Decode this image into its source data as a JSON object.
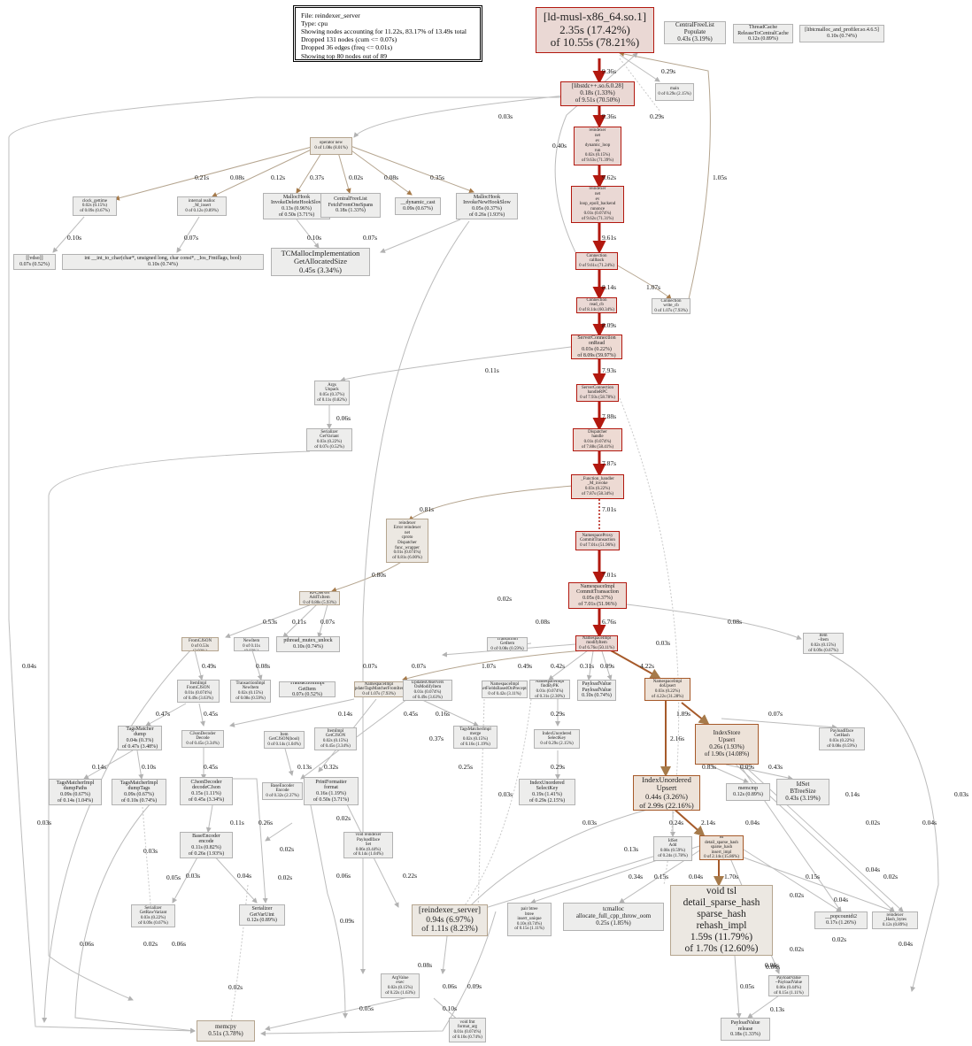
{
  "legend": [
    "File: reindexer_server",
    "Type: cpu",
    "Showing nodes accounting for 11.22s, 83.17% of 13.49s total",
    "Dropped 131 nodes (cum <= 0.07s)",
    "Dropped 36 edges (freq <= 0.01s)",
    "Showing top 80 nodes out of 89"
  ],
  "nodes": [
    {
      "id": "n_ldmusl",
      "text": "[ld-musl-x86_64.so.1]\n2.35s (17.42%)\nof 10.55s (78.21%)"
    },
    {
      "id": "n_cfl_pop",
      "text": "CentralFreeList\nPopulate\n0.43s (3.19%)"
    },
    {
      "id": "n_tc_release",
      "text": "ThreadCache\nReleaseToCentralCache\n0.12s (0.89%)"
    },
    {
      "id": "n_libtcmalloc",
      "text": "[libtcmalloc_and_profiler.so.4.6.5]\n0.10s (0.74%)"
    },
    {
      "id": "n_libstdcpp",
      "text": "[libstdc++.so.6.0.28]\n0.18s (1.33%)\nof 9.51s (70.50%)"
    },
    {
      "id": "n_main",
      "text": "main\n0 of 0.29s (2.15%)"
    },
    {
      "id": "n_dynloop",
      "text": "reindexer\nnet\nev\ndynamic_loop\nrun\n0.02s (0.15%)\nof 9.63s (71.39%)"
    },
    {
      "id": "n_epoll",
      "text": "reindexer\nnet\nev\nloop_epoll_backend\nrunonce\n0.01s (0.074%)\nof 9.62s (71.31%)"
    },
    {
      "id": "n_conn_cb",
      "text": "Connection\ncallback\n0 of 9.61s (71.24%)"
    },
    {
      "id": "n_conn_read",
      "text": "Connection\nread_cb\n0 of 8.14s (60.34%)"
    },
    {
      "id": "n_conn_write",
      "text": "Connection\nwrite_cb\n0 of 1.07s (7.93%)"
    },
    {
      "id": "n_srvconn_onread",
      "text": "ServerConnection\nonRead\n0.03s (0.22%)\nof 8.09s (59.97%)"
    },
    {
      "id": "n_srvconn_handle",
      "text": "ServerConnection\nhandleRPC\n0 of 7.93s (58.78%)"
    },
    {
      "id": "n_dispatcher",
      "text": "Dispatcher\nhandle\n0.01s (0.074%)\nof 7.88s (58.41%)"
    },
    {
      "id": "n_func_handler",
      "text": "_Function_handler\n_M_invoke\n0.03s (0.22%)\nof 7.87s (58.34%)"
    },
    {
      "id": "n_nsproxy_commit",
      "text": "NamespaceProxy\nCommitTransaction\n0 of 7.01s (51.96%)"
    },
    {
      "id": "n_nsimpl_commit",
      "text": "NamespaceImpl\nCommitTransaction\n0.05s (0.37%)\nof 7.01s (51.96%)"
    },
    {
      "id": "n_nsimpl_modify",
      "text": "NamespaceImpl\nmodifyItem\n0 of 6.76s (50.11%)"
    },
    {
      "id": "n_nsimpl_doupsert",
      "text": "NamespaceImpl\ndoUpsert\n0.03s (0.22%)\nof 4.22s (31.28%)"
    },
    {
      "id": "n_operator_new",
      "text": "operator new\n0 of 1.08s (8.01%)"
    },
    {
      "id": "n_clock",
      "text": "clock_gettime\n0.02s (0.15%)\nof 0.09s (0.67%)"
    },
    {
      "id": "n_intern_realloc",
      "text": "internal realloc\n_M_insert\n0 of 0.12s (0.89%)"
    },
    {
      "id": "n_mh_delete",
      "text": "MallocHook\nInvokeDeleteHookSlow\n0.13s (0.96%)\nof 0.50s (3.71%)"
    },
    {
      "id": "n_cfl_fetch",
      "text": "CentralFreeList\nFetchFromOneSpans\n0.18s (1.33%)"
    },
    {
      "id": "n_dyncast",
      "text": "__dynamic_cast\n0.09s (0.67%)"
    },
    {
      "id": "n_mh_new",
      "text": "MallocHook\nInvokeNewHookSlow\n0.05s (0.37%)\nof 0.26s (1.93%)"
    },
    {
      "id": "n_vdso",
      "text": "[[vdso]]\n0.07s (0.52%)"
    },
    {
      "id": "n_int_to_char",
      "text": "int __int_to_char(char*, unsigned long, char const*, _Ios_Fmtflags, bool)\n0.10s (0.74%)"
    },
    {
      "id": "n_tcmalloc_getsize",
      "text": "TCMallocImplementation\nGetAllocatedSize\n0.45s (3.34%)"
    },
    {
      "id": "n_args_unpack",
      "text": "Args\nUnpack\n0.05s (0.37%)\nof 0.11s (0.82%)"
    },
    {
      "id": "n_ser_getvariant",
      "text": "Serializer\nGetVariant\n0.03s (0.22%)\nof 0.07s (0.52%)"
    },
    {
      "id": "n_err_wrapper",
      "text": "reindexer\nError reindexer\nnet\ncproto\nDispatcher\nfunc_wrapper\n0.01s (0.074%)\nof 0.81s (6.00%)"
    },
    {
      "id": "n_rpc_addtx",
      "text": "RPCServer\nAddTxItem\n0 of 0.80s (5.93%)"
    },
    {
      "id": "n_item_fromjson",
      "text": "Item\nFromCJSON\n0 of 0.53s (3.93%)"
    },
    {
      "id": "n_tx_newitem",
      "text": "Transaction\nNewItem\n0 of 0.11s (0.82%)"
    },
    {
      "id": "n_pthread",
      "text": "pthread_mutex_unlock\n0.10s (0.74%)"
    },
    {
      "id": "n_tx_getitem",
      "text": "Transaction\nGetItem\n0 of 0.08s (0.59%)"
    },
    {
      "id": "n_item_ser",
      "text": "Item\n~Item\n0.02s (0.15%)\nof 0.09s (0.67%)"
    },
    {
      "id": "n_itemimpl_fromcjson",
      "text": "ItemImpl\nFromCJSON\n0.01s (0.074%)\nof 0.49s (3.63%)"
    },
    {
      "id": "n_tximpl_newitem",
      "text": "TransactionImpl\nNewItem\n0.02s (0.15%)\nof 0.08s (0.59%)"
    },
    {
      "id": "n_tximpl_getitem",
      "text": "TransactionImpl\nGetItem\n0.07s (0.52%)"
    },
    {
      "id": "n_ns_updtags",
      "text": "NamespaceImpl\nupdateTagsMatcherFromItem\n0 of 1.07s (7.93%)"
    },
    {
      "id": "n_upd_observers",
      "text": "UpdatesObservers\nOnModifyItem\n0.01s (0.074%)\nof 0.49s (3.63%)"
    },
    {
      "id": "n_ns_setfields",
      "text": "NamespaceImpl\nsetFieldsBasedOnPrecepts\n0 of 0.42s (3.11%)"
    },
    {
      "id": "n_ns_findbypk",
      "text": "NamespaceImpl\nfindByPK\n0.01s (0.074%)\nof 0.31s (2.30%)"
    },
    {
      "id": "n_payload_value",
      "text": "PayloadValue\nPayloadValue\n0.10s (0.74%)"
    },
    {
      "id": "n_tagsmatcher_dump",
      "text": "TagsMatcher\ndump\n0.04s (0.3%)\nof 0.47s (3.48%)"
    },
    {
      "id": "n_cjsondecoder_dec",
      "text": "CJsonDecoder\nDecode\n0 of 0.45s (3.34%)"
    },
    {
      "id": "n_item_getcjson",
      "text": "Item\nGetCJSON(bool)\n0 of 0.14s (1.04%)"
    },
    {
      "id": "n_itemimpl_getcjson",
      "text": "ItemImpl\nGetCJSON\n0.02s (0.15%)\nof 0.45s (3.34%)"
    },
    {
      "id": "n_tm_merge",
      "text": "TagsMatcherImpl\nmerge\n0.02s (0.15%)\nof 0.16s (1.19%)"
    },
    {
      "id": "n_idxunord_select",
      "text": "IndexUnordered\nSelectKey\n0 of 0.29s (2.15%)"
    },
    {
      "id": "n_idxunord_sel2",
      "text": "IndexUnordered\nSelectKey\n0.19s (1.41%)\nof 0.29s (2.15%)"
    },
    {
      "id": "n_idxstore_upsert",
      "text": "IndexStore\nUpsert\n0.26s (1.93%)\nof 1.90s (14.08%)"
    },
    {
      "id": "n_payload_gethash",
      "text": "PayloadIface\nGetHash\n0.03s (0.22%)\nof 0.08s (0.59%)"
    },
    {
      "id": "n_tm_dumppaths",
      "text": "TagsMatcherImpl\ndumpPaths\n0.09s (0.67%)\nof 0.14s (1.04%)"
    },
    {
      "id": "n_tm_dumptags",
      "text": "TagsMatcherImpl\ndumpTags\n0.09s (0.67%)\nof 0.10s (0.74%)"
    },
    {
      "id": "n_cjsondecoder_cjson",
      "text": "CJsonDecoder\ndecodeCJson\n0.15s (1.11%)\nof 0.45s (3.34%)"
    },
    {
      "id": "n_baseencoder_encode",
      "text": "BaseEncoder\nEncode\n0 of 0.32s (2.37%)"
    },
    {
      "id": "n_printf_format",
      "text": "PrintFormatter\nformat\n0.16s (1.19%)\nof 0.50s (3.71%)"
    },
    {
      "id": "n_idxunord_upsert",
      "text": "IndexUnordered\nUpsert\n0.44s (3.26%)\nof 2.99s (22.16%)"
    },
    {
      "id": "n_memcmp",
      "text": "memcmp\n0.12s (0.89%)"
    },
    {
      "id": "n_idset_btree",
      "text": "IdSet\nBTreeSize\n0.43s (3.19%)"
    },
    {
      "id": "n_baseencoder_enc2",
      "text": "BaseEncoder\nencode\n0.11s (0.82%)\nof 0.26s (1.93%)"
    },
    {
      "id": "n_void_reindexer_set",
      "text": "void reindexer\nPayloadIface\nSet\n0.06s (0.44%)\nof 0.14s (1.04%)"
    },
    {
      "id": "n_idset_add",
      "text": "IdSet\nAdd\n0.08s (0.59%)\nof 0.24s (1.78%)"
    },
    {
      "id": "n_tsl_insert",
      "text": "tsl\ndetail_sparse_hash\nsparse_hash\ninsert_impl\n0 of 2.14s (15.86%)"
    },
    {
      "id": "n_ser_getrawvariant",
      "text": "Serializer\nGetRawVariant\n0.03s (0.22%)\nof 0.09s (0.67%)"
    },
    {
      "id": "n_ser_getvaruint",
      "text": "Serializer\nGetVarUint\n0.12s (0.89%)"
    },
    {
      "id": "n_reindexer_server",
      "text": "[reindexer_server]\n0.94s (6.97%)\nof 1.11s (8.23%)"
    },
    {
      "id": "n_pair_btree",
      "text": "pair btree\nbtree\ninsert_unique\n0.10s (0.74%)\nof 0.15s (1.11%)"
    },
    {
      "id": "n_tcmalloc_oom",
      "text": "tcmalloc\nallocate_full_cpp_throw_oom\n0.25s (1.85%)"
    },
    {
      "id": "n_tsl_rehash",
      "text": "void tsl\ndetail_sparse_hash\nsparse_hash\nrehash_impl\n1.59s (11.79%)\nof 1.70s (12.60%)"
    },
    {
      "id": "n_popcount",
      "text": "__popcountdi2\n0.17s (1.26%)"
    },
    {
      "id": "n_hash_bytes",
      "text": "reindexer\n_Hash_bytes\n0.12s (0.89%)"
    },
    {
      "id": "n_argvalue_exec",
      "text": "ArgValue\nexec\n0.02s (0.15%)\nof 0.22s (1.63%)"
    },
    {
      "id": "n_void_fmt",
      "text": "void fmt\nformat_arg\n0.01s (0.074%)\nof 0.10s (0.74%)"
    },
    {
      "id": "n_memcpy",
      "text": "memcpy\n0.51s (3.78%)"
    },
    {
      "id": "n_payload_value2",
      "text": "PayloadValue\n~PayloadValue\n0.06s (0.44%)\nof 0.15s (1.11%)"
    },
    {
      "id": "n_payload_release",
      "text": "PayloadValue\nrelease\n0.18s (1.33%)"
    }
  ],
  "edge_labels": [
    {
      "id": "e1",
      "text": "9.36s"
    },
    {
      "id": "e2",
      "text": "0.29s"
    },
    {
      "id": "e3",
      "text": "9.36s"
    },
    {
      "id": "e4",
      "text": "0.29s"
    },
    {
      "id": "e5",
      "text": "0.03s"
    },
    {
      "id": "e6",
      "text": "9.62s"
    },
    {
      "id": "e7",
      "text": "0.40s"
    },
    {
      "id": "e8",
      "text": "1.05s"
    },
    {
      "id": "e9",
      "text": "9.61s"
    },
    {
      "id": "e10",
      "text": "8.14s"
    },
    {
      "id": "e11",
      "text": "1.07s"
    },
    {
      "id": "e12",
      "text": "8.09s"
    },
    {
      "id": "e13",
      "text": "7.93s"
    },
    {
      "id": "e14",
      "text": "0.11s"
    },
    {
      "id": "e15",
      "text": "0.06s"
    },
    {
      "id": "e16",
      "text": "7.88s"
    },
    {
      "id": "e17",
      "text": "7.87s"
    },
    {
      "id": "e18",
      "text": "0.81s"
    },
    {
      "id": "e19",
      "text": "7.01s"
    },
    {
      "id": "e20",
      "text": "0.80s"
    },
    {
      "id": "e21",
      "text": "7.01s"
    },
    {
      "id": "e22",
      "text": "0.02s"
    },
    {
      "id": "e23",
      "text": "0.53s"
    },
    {
      "id": "e24",
      "text": "0.11s"
    },
    {
      "id": "e25",
      "text": "0.07s"
    },
    {
      "id": "e26",
      "text": "0.08s"
    },
    {
      "id": "e27",
      "text": "6.76s"
    },
    {
      "id": "e28",
      "text": "0.08s"
    },
    {
      "id": "e29",
      "text": "0.03s"
    },
    {
      "id": "e30",
      "text": "0.49s"
    },
    {
      "id": "e31",
      "text": "0.08s"
    },
    {
      "id": "e32",
      "text": "0.07s"
    },
    {
      "id": "e33",
      "text": "1.07s"
    },
    {
      "id": "e34",
      "text": "0.49s"
    },
    {
      "id": "e35",
      "text": "0.42s"
    },
    {
      "id": "e36",
      "text": "0.31s"
    },
    {
      "id": "e37",
      "text": "0.09s"
    },
    {
      "id": "e38",
      "text": "4.22s"
    },
    {
      "id": "e39",
      "text": "0.47s"
    },
    {
      "id": "e40",
      "text": "0.45s"
    },
    {
      "id": "e41",
      "text": "0.45s"
    },
    {
      "id": "e42",
      "text": "0.16s"
    },
    {
      "id": "e43",
      "text": "0.14s"
    },
    {
      "id": "e44",
      "text": "0.37s"
    },
    {
      "id": "e45",
      "text": "0.29s"
    },
    {
      "id": "e46",
      "text": "1.89s"
    },
    {
      "id": "e47",
      "text": "0.07s"
    },
    {
      "id": "e48",
      "text": "0.14s"
    },
    {
      "id": "e49",
      "text": "0.10s"
    },
    {
      "id": "e50",
      "text": "0.45s"
    },
    {
      "id": "e51",
      "text": "0.13s"
    },
    {
      "id": "e52",
      "text": "0.32s"
    },
    {
      "id": "e53",
      "text": "0.29s"
    },
    {
      "id": "e54",
      "text": "2.16s"
    },
    {
      "id": "e55",
      "text": "0.83s"
    },
    {
      "id": "e56",
      "text": "0.09s"
    },
    {
      "id": "e57",
      "text": "0.43s"
    },
    {
      "id": "e58",
      "text": "0.14s"
    },
    {
      "id": "e59",
      "text": "0.02s"
    },
    {
      "id": "e60",
      "text": "0.04s"
    },
    {
      "id": "e61",
      "text": "0.26s"
    },
    {
      "id": "e62",
      "text": "0.11s"
    },
    {
      "id": "e63",
      "text": "0.03s"
    },
    {
      "id": "e64",
      "text": "0.02s"
    },
    {
      "id": "e65",
      "text": "0.25s"
    },
    {
      "id": "e66",
      "text": "0.03s"
    },
    {
      "id": "e67",
      "text": "0.24s"
    },
    {
      "id": "e68",
      "text": "2.14s"
    },
    {
      "id": "e69",
      "text": "0.04s"
    },
    {
      "id": "e70",
      "text": "0.02s"
    },
    {
      "id": "e71",
      "text": "0.02s"
    },
    {
      "id": "e72",
      "text": "0.04s"
    },
    {
      "id": "e73",
      "text": "0.02s"
    },
    {
      "id": "e74",
      "text": "0.04s"
    },
    {
      "id": "e75",
      "text": "0.03s"
    },
    {
      "id": "e76",
      "text": "0.04s"
    },
    {
      "id": "e77",
      "text": "0.02s"
    },
    {
      "id": "e78",
      "text": "0.05s"
    },
    {
      "id": "e79",
      "text": "0.02s"
    },
    {
      "id": "e80",
      "text": "0.06s"
    },
    {
      "id": "e81",
      "text": "0.03s"
    },
    {
      "id": "e82",
      "text": "0.13s"
    },
    {
      "id": "e83",
      "text": "0.34s"
    },
    {
      "id": "e84",
      "text": "0.15s"
    },
    {
      "id": "e85",
      "text": "0.04s"
    },
    {
      "id": "e86",
      "text": "1.70s"
    },
    {
      "id": "e87",
      "text": "0.15s"
    },
    {
      "id": "e88",
      "text": "0.02s"
    },
    {
      "id": "e89",
      "text": "0.06s"
    },
    {
      "id": "e90",
      "text": "0.04s"
    },
    {
      "id": "e91",
      "text": "0.03s"
    },
    {
      "id": "e92",
      "text": "0.22s"
    },
    {
      "id": "e93",
      "text": "0.09s"
    },
    {
      "id": "e94",
      "text": "0.06s"
    },
    {
      "id": "e95",
      "text": "0.02s"
    },
    {
      "id": "e96",
      "text": "0.08s"
    },
    {
      "id": "e97",
      "text": "0.06s"
    },
    {
      "id": "e98",
      "text": "0.09s"
    },
    {
      "id": "e99",
      "text": "0.05s"
    },
    {
      "id": "e100",
      "text": "0.10s"
    },
    {
      "id": "e101",
      "text": "0.13s"
    },
    {
      "id": "e102",
      "text": "0.06s"
    },
    {
      "id": "e103",
      "text": "0.05s"
    },
    {
      "id": "e104",
      "text": "0.02s"
    },
    {
      "id": "e105",
      "text": "0.06s"
    },
    {
      "id": "e106",
      "text": "0.03s"
    },
    {
      "id": "e107",
      "text": "0.04s"
    },
    {
      "id": "e108",
      "text": "0.07s"
    },
    {
      "id": "e109",
      "text": "0.08s"
    },
    {
      "id": "e110",
      "text": "0.12s"
    },
    {
      "id": "e111",
      "text": "0.37s"
    },
    {
      "id": "e112",
      "text": "0.02s"
    },
    {
      "id": "e113",
      "text": "0.08s"
    },
    {
      "id": "e114",
      "text": "0.21s"
    },
    {
      "id": "e115",
      "text": "0.35s"
    },
    {
      "id": "e116",
      "text": "0.10s"
    },
    {
      "id": "e117",
      "text": "0.07s"
    },
    {
      "id": "e118",
      "text": "0.10s"
    },
    {
      "id": "e119",
      "text": "0.07s"
    }
  ]
}
